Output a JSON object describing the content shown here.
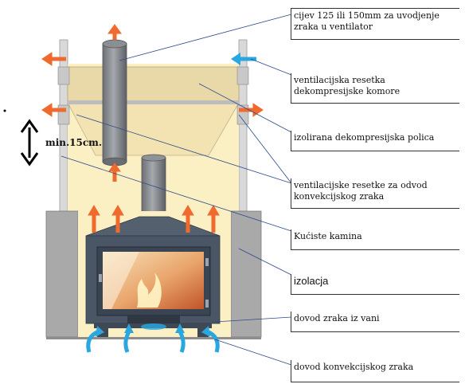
{
  "labels": {
    "duct": "cijev 125 ili 150mm za uvodjenje zraka u ventilator",
    "chamber_grille": "ventilacijska resetka dekompresijske komore",
    "shelf": "izolirana dekompresijska polica",
    "convection_grilles": "ventilacijske resetke za odvod konvekcijskog zraka",
    "housing": "Kućiste kamina",
    "insulation": "izolacja",
    "outside_air": "dovod zraka iz vani",
    "convection_air": "dovod konvekcijskog zraka",
    "min_distance": "min.15cm."
  },
  "colors": {
    "hot_arrow": "#ef6a2c",
    "cold_arrow": "#2aa7df",
    "insulation_fill": "#fbefc4",
    "wall_gray": "#a9a9a9",
    "stove_body": "#4a5566"
  }
}
